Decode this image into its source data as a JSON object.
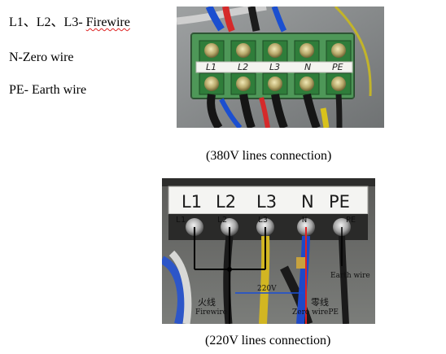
{
  "legend": {
    "firewire_prefix": "L1、L2、L3- ",
    "firewire_word": "Firewire",
    "zero": "N-Zero wire",
    "earth": "PE- Earth wire"
  },
  "photo1": {
    "labels": [
      "L1",
      "L2",
      "L3",
      "N",
      "PE"
    ]
  },
  "caption1": "(380V lines connection)",
  "photo2": {
    "strip_labels": [
      "L1",
      "L2",
      "L3",
      "N",
      "PE"
    ],
    "terminal_tags": [
      "L1",
      "L2",
      "L3",
      "N",
      "PE"
    ],
    "voltage": "220V",
    "fire_cn": "火线",
    "fire_en": "Firewire",
    "zero_cn": "零线",
    "zero_en": "Zero wirePE",
    "earth": "Earth wire"
  },
  "caption2": "(220V lines connection)",
  "colors": {
    "wire_red": "#e02020",
    "wire_blue": "#1a4fd6",
    "wire_yellow": "#e2c21a",
    "wire_black": "#111111",
    "terminal_green": "#2f7d3a"
  }
}
